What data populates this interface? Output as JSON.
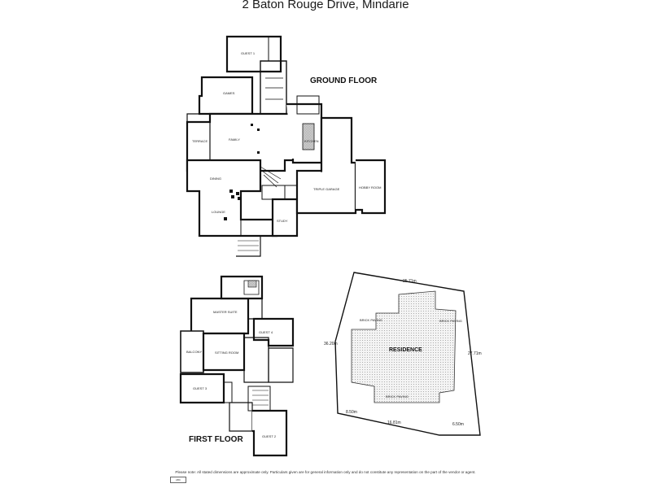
{
  "title": "2 Baton Rouge Drive, Mindarie",
  "floors": {
    "ground": "GROUND FLOOR",
    "first": "FIRST FLOOR"
  },
  "rooms": {
    "guest1": "GUEST 1",
    "games": "GAMES",
    "terrace": "TERRACE",
    "family": "FAMILY",
    "kitchen": "KITCHEN",
    "dining": "DINING",
    "lounge": "LOUNGE",
    "triple_garage": "TRIPLE GARAGE",
    "hobby_room": "HOBBY ROOM",
    "study": "STUDY",
    "master_suite": "MASTER SUITE",
    "balcony": "BALCONY",
    "guest4": "GUEST 4",
    "sitting_room": "SITTING ROOM",
    "guest3": "GUEST 3",
    "guest2": "GUEST 2"
  },
  "site": {
    "residence": "RESIDENCE",
    "paving_labels": [
      "BRICK PAVING",
      "BRICK PAVING",
      "BRICK PAVING"
    ],
    "dimensions": [
      "25.71m",
      "36.20m",
      "27.71m",
      "8.50m",
      "16.81m",
      "6.50m"
    ]
  },
  "disclaimer": "Please note: All stated dimensions are approximate only. Particulars given are for general information only and do not constitute any representation on the part of the vendor or agent.",
  "logo_text": "ABC"
}
